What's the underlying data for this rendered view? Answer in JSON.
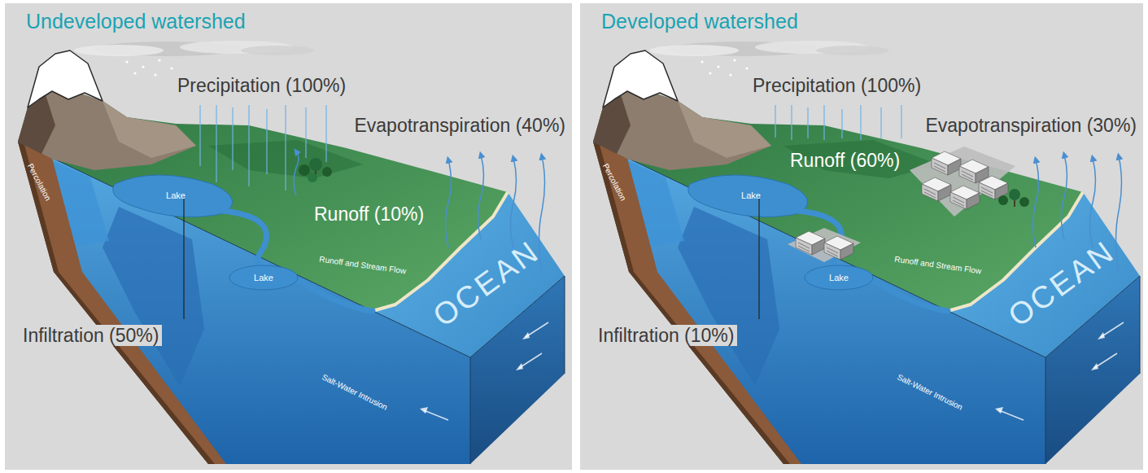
{
  "diagram": {
    "nodes": [
      {
        "text": [
          "Undeveloped watershed"
        ]
      },
      {
        "text": [
          "Developed watershed"
        ]
      }
    ],
    "labels": [
      "Precipitation (100%)",
      "Evapotranspiration (40%)",
      "Runoff (10%)",
      "Infiltration (50%)",
      "Percolation",
      "Lake",
      "Lake",
      "Runoff and Stream Flow",
      "OCEAN",
      "Salt-Water Intrusion",
      "Precipitation (100%)",
      "Evapotranspiration (30%)",
      "Runoff (60%)",
      "Infiltration (10%)",
      "Percolation",
      "Lake",
      "Lake",
      "Runoff and Stream Flow",
      "OCEAN",
      "Salt-Water Intrusion"
    ]
  }
}
